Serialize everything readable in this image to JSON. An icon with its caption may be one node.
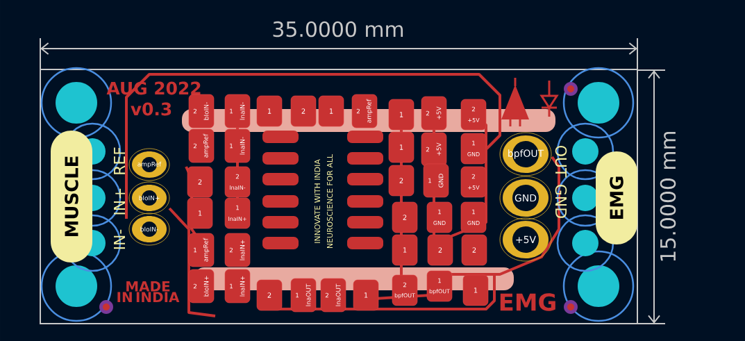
{
  "diagram": {
    "labels": [
      "35.0000 mm",
      "15.0000 mm",
      "AUG 2022",
      "v0.3",
      "MUSCLE",
      "REF",
      "IN+",
      "IN-",
      "ampRef",
      "bIoIN+",
      "bIoIN-",
      "2",
      "bIoIN-",
      "1",
      "lnaIN-",
      "1",
      "2",
      "1",
      "2",
      "ampRef",
      "1",
      "2",
      "+5V",
      "2",
      "+5V",
      "2",
      "ampRef",
      "1",
      "lnaIN-",
      "1",
      "2",
      "+5V",
      "1",
      "GND",
      "2",
      "2",
      "lnaIN-",
      "2",
      "1",
      "GND",
      "2",
      "+5V",
      "1",
      "1",
      "lnaIN+",
      "2",
      "1",
      "GND",
      "1",
      "GND",
      "1",
      "ampRef",
      "2",
      "lnaIN+",
      "1",
      "2",
      "2",
      "2",
      "bIoIN+",
      "1",
      "lnaIN+",
      "2",
      "1",
      "lnaOUT",
      "2",
      "lnaOUT",
      "1",
      "2",
      "bpfOUT",
      "1",
      "bpfOUT",
      "1",
      "INNOVATE WITH INDIA",
      "NEUROSCIENCE FOR ALL",
      "bpfOUT",
      "GND",
      "+5V",
      "OUT",
      "GND",
      "EMG",
      "MADE IN INDIA",
      "EMG"
    ]
  }
}
